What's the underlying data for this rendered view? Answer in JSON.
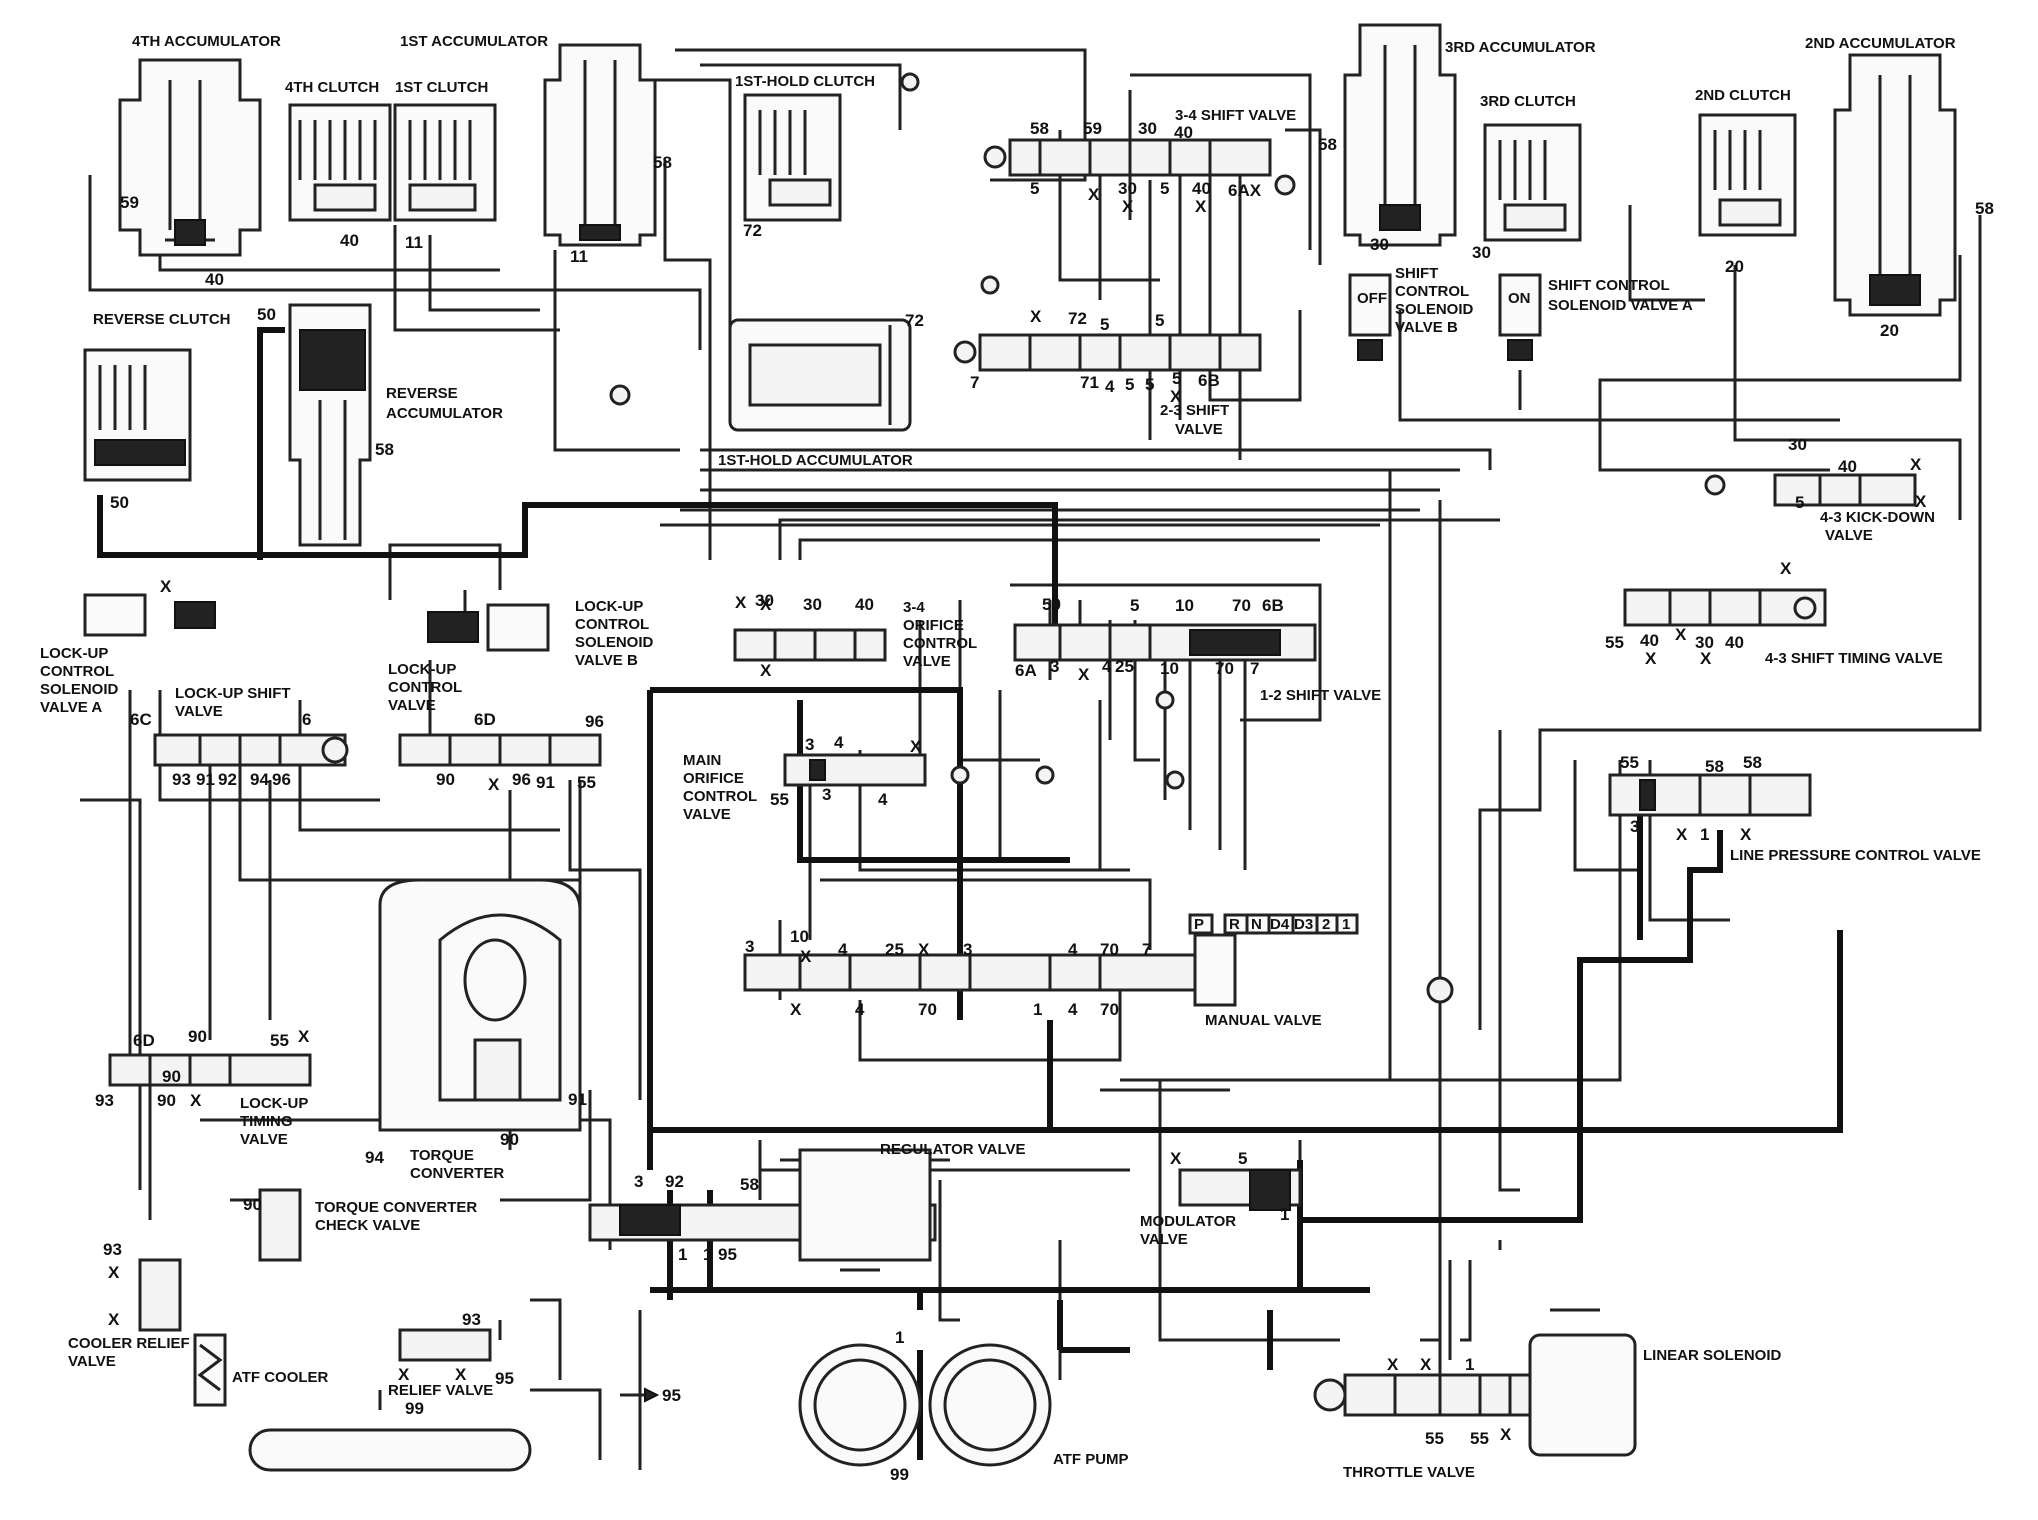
{
  "labels": {
    "acc4": "4TH ACCUMULATOR",
    "acc1": "1ST ACCUMULATOR",
    "acc3": "3RD ACCUMULATOR",
    "acc2": "2ND ACCUMULATOR",
    "clutch4": "4TH CLUTCH",
    "clutch1": "1ST CLUTCH",
    "clutch1hold": "1ST-HOLD CLUTCH",
    "clutch3": "3RD CLUTCH",
    "clutch2": "2ND CLUTCH",
    "reverse_clutch": "REVERSE CLUTCH",
    "reverse_acc_1": "REVERSE",
    "reverse_acc_2": "ACCUMULATOR",
    "hold_acc": "1ST-HOLD ACCUMULATOR",
    "shift34": "3-4 SHIFT VALVE",
    "shift23_1": "2-3 SHIFT",
    "shift23_2": "VALVE",
    "shift12": "1-2 SHIFT VALVE",
    "scb_1": "SHIFT",
    "scb_2": "CONTROL",
    "scb_3": "SOLENOID",
    "scb_4": "VALVE B",
    "sca_1": "SHIFT  CONTROL",
    "sca_2": "SOLENOID VALVE A",
    "off": "OFF",
    "on": "ON",
    "kick43_1": "4-3 KICK-DOWN",
    "kick43_2": "VALVE",
    "timing43": "4-3 SHIFT TIMING VALVE",
    "lusb_1": "LOCK-UP",
    "lusb_2": "CONTROL",
    "lusb_3": "SOLENOID",
    "lusb_4": "VALVE B",
    "lusa_1": "LOCK-UP",
    "lusa_2": "CONTROL",
    "lusa_3": "SOLENOID",
    "lusa_4": "VALVE A",
    "lushift_1": "LOCK-UP SHIFT",
    "lushift_2": "VALVE",
    "luctl_1": "LOCK-UP",
    "luctl_2": "CONTROL",
    "luctl_3": "VALVE",
    "orif34_1": "3-4",
    "orif34_2": "ORIFICE",
    "orif34_3": "CONTROL",
    "orif34_4": "VALVE",
    "main_orif_1": "MAIN",
    "main_orif_2": "ORIFICE",
    "main_orif_3": "CONTROL",
    "main_orif_4": "VALVE",
    "lpc": "LINE PRESSURE CONTROL VALVE",
    "manual": "MANUAL VALVE",
    "gears": [
      "P",
      "R",
      "N",
      "D4",
      "D3",
      "2",
      "1"
    ],
    "lutiming_1": "LOCK-UP",
    "lutiming_2": "TIMING",
    "lutiming_3": "VALVE",
    "torque_1": "TORQUE",
    "torque_2": "CONVERTER",
    "regulator": "REGULATOR VALVE",
    "tccheck_1": "TORQUE CONVERTER",
    "tccheck_2": "CHECK VALVE",
    "modulator_1": "MODULATOR",
    "modulator_2": "VALVE",
    "cooler_relief_1": "COOLER RELIEF",
    "cooler_relief_2": "VALVE",
    "atf_cooler": "ATF COOLER",
    "relief": "RELIEF VALVE",
    "atf_pump": "ATF PUMP",
    "throttle": "THROTTLE  VALVE",
    "linear_solenoid": "LINEAR SOLENOID",
    "arrow95": "95"
  },
  "port_numbers": {
    "p59": "59",
    "p40a": "40",
    "p40b": "40",
    "p11a": "11",
    "p11b": "11",
    "p58a": "58",
    "p72a": "72",
    "p72b": "72",
    "p58b": "58",
    "p59b": "59",
    "p30a": "30",
    "p40c": "40",
    "p5a": "5",
    "pXa": "X",
    "p30b": "30",
    "pXb": "X",
    "p5b": "5",
    "p40d": "40",
    "pXc": "X",
    "p6AX": "6AX",
    "p58c": "58",
    "p30c": "30",
    "p30d": "30",
    "p20a": "20",
    "p58d": "58",
    "p20b": "20",
    "p50a": "50",
    "p58e": "58",
    "p50b": "50",
    "pX72": "X",
    "p72c": "72",
    "p5c": "5",
    "p5d": "5",
    "p7": "7",
    "p71": "71",
    "p4a": "4",
    "p5e": "5",
    "p5f": "5",
    "p5X": "5",
    "pX6B": "X",
    "p6B": "6B",
    "p30e": "30",
    "p40e": "40",
    "p5g": "5",
    "pXd": "X",
    "pXe": "X",
    "pXf": "X",
    "pX30": "X",
    "p30f": "30",
    "p30g": "30",
    "p40f": "40",
    "pXg": "X",
    "p50c": "50",
    "p5h": "5",
    "p10a": "10",
    "p70a": "70",
    "p6B2": "6B",
    "p6A": "6A",
    "p3a": "3",
    "pXh": "X",
    "p4b": "4",
    "p25a": "25",
    "p10b": "10",
    "p70b": "70",
    "p7b": "7",
    "p55a": "55",
    "p40g": "40",
    "pXi": "X",
    "p30h": "30",
    "p40h": "40",
    "pXj": "X",
    "pXk": "X",
    "pXl": "X",
    "pXm": "X",
    "p6C": "6C",
    "p6a": "6",
    "p93a": "93",
    "p91a": "91",
    "p92a": "92",
    "p94a": "94",
    "p96a": "96",
    "p6D": "6D",
    "p96b": "96",
    "p90a": "90",
    "pXn": "X",
    "p96c": "96",
    "p91b": "91",
    "p55b": "55",
    "p3b": "3",
    "p4c": "4",
    "pXo": "X",
    "p55c": "55",
    "p3c": "3",
    "p4d": "4",
    "p55d": "55",
    "p58f": "58",
    "p58g": "58",
    "p3d": "3",
    "pXp": "X",
    "p1a": "1",
    "pXq": "X",
    "p3e": "3",
    "p10c": "10",
    "pXr": "X",
    "p4e": "4",
    "p25b": "25",
    "pXs": "X",
    "p3f": "3",
    "p4f": "4",
    "p70c": "70",
    "p7c": "7",
    "pXt": "X",
    "p4g": "4",
    "p70d": "70",
    "p1b": "1",
    "p4h": "4",
    "p70e": "70",
    "p6D2": "6D",
    "p90b": "90",
    "p55e": "55",
    "pXu": "X",
    "p93b": "93",
    "p90c": "90",
    "pXv": "X",
    "p90d": "90",
    "p91c": "91",
    "p94b": "94",
    "p90e": "90",
    "p3g": "3",
    "p92b": "92",
    "p58h": "58",
    "p1c": "1",
    "p1d": "1",
    "p95a": "95",
    "p90f": "90",
    "p93c": "93",
    "pXw": "X",
    "pXx": "X",
    "pXy": "X",
    "p5i": "5",
    "p1e": "1",
    "p93d": "93",
    "pXz": "X",
    "pX2": "X",
    "p95b": "95",
    "p99a": "99",
    "p1f": "1",
    "p99b": "99",
    "pX3": "X",
    "pX4": "X",
    "p1g": "1",
    "p55f": "55",
    "p55g": "55",
    "pX5": "X"
  }
}
